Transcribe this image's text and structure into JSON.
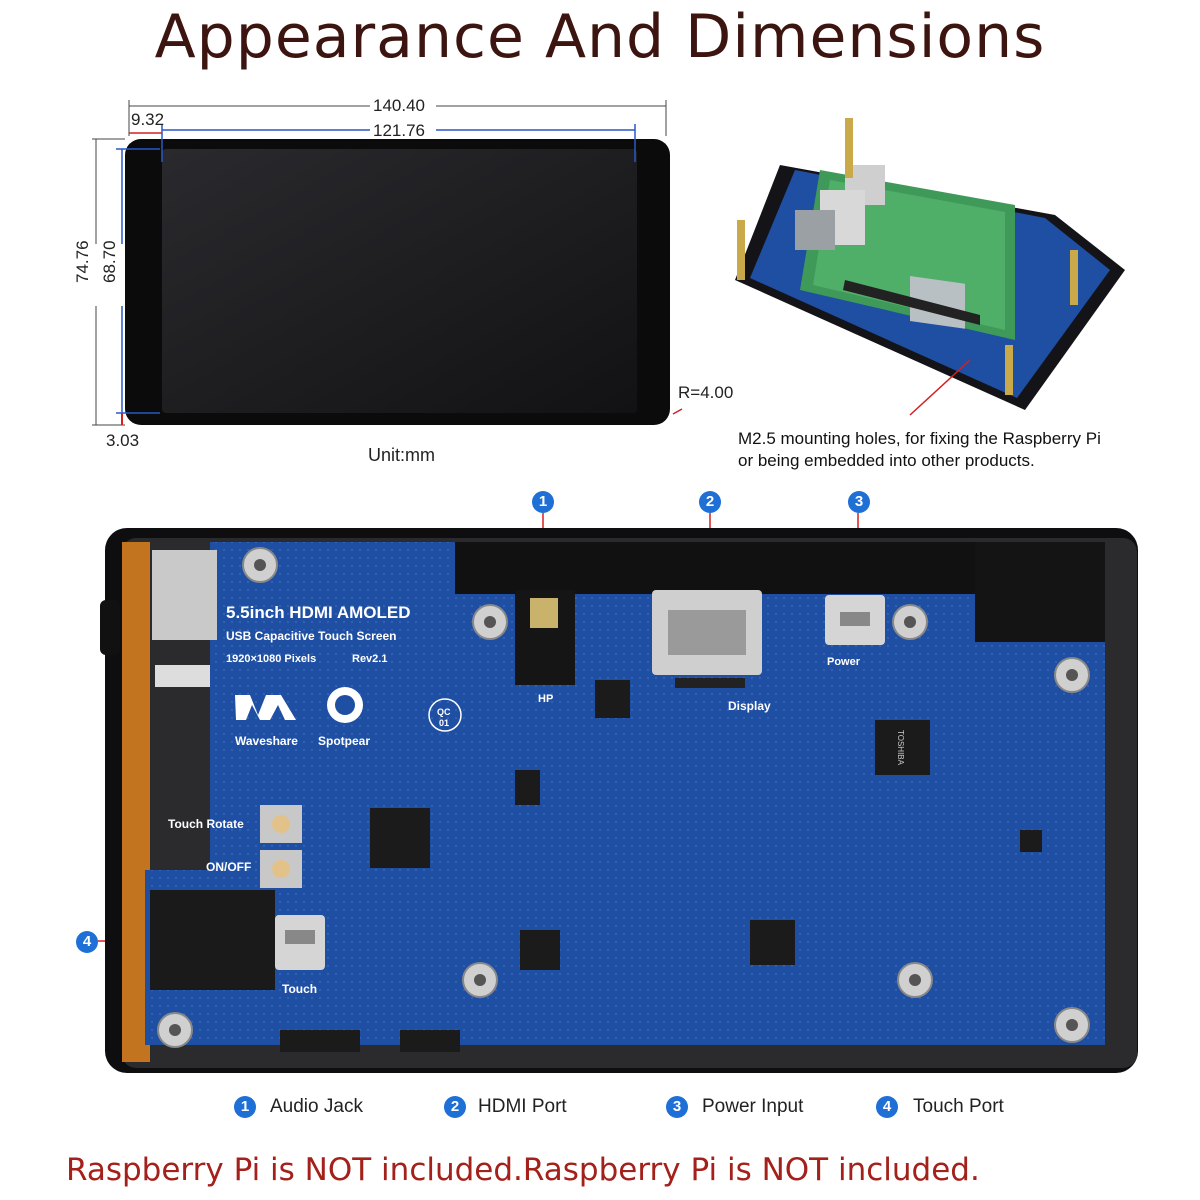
{
  "title": "Appearance And Dimensions",
  "dimensions": {
    "overall_width": "140.40",
    "active_width": "121.76",
    "left_border": "9.32",
    "overall_height": "74.76",
    "active_height": "68.70",
    "bottom_border": "3.03",
    "corner_radius": "R=4.00",
    "unit": "Unit:mm"
  },
  "mounting_note": {
    "line1": "M2.5 mounting holes, for fixing the Raspberry Pi",
    "line2": "or being embedded into other products."
  },
  "board": {
    "product_name": "5.5inch HDMI AMOLED",
    "subtitle": "USB Capacitive Touch Screen",
    "resolution": "1920×1080 Pixels",
    "revision": "Rev2.1",
    "brand1": "Waveshare",
    "brand2": "Spotpear",
    "qc_label": "QC",
    "qc_num": "01",
    "hp_label": "HP",
    "display_label": "Display",
    "power_label": "Power",
    "touch_label": "Touch",
    "touch_rotate_label": "Touch Rotate",
    "onoff_label": "ON/OFF",
    "chip_label": "TOSHIBA"
  },
  "callouts": [
    {
      "number": "1",
      "label": "Audio Jack"
    },
    {
      "number": "2",
      "label": "HDMI Port"
    },
    {
      "number": "3",
      "label": "Power Input"
    },
    {
      "number": "4",
      "label": "Touch Port"
    }
  ],
  "footer": "Raspberry Pi is NOT included.Raspberry Pi is NOT included.",
  "colors": {
    "title": "#3d1510",
    "pcb_blue": "#1f4fa3",
    "callout_blue": "#1e6fd6",
    "footer_red": "#a4201a",
    "leader_red": "#d42020"
  }
}
